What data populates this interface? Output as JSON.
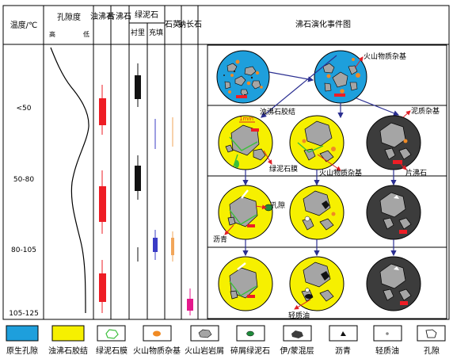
{
  "header": {
    "temperature": "温度/℃",
    "porosity": "孔隙度",
    "porosity_high": "高",
    "porosity_low": "低",
    "laumontite": "浊沸石",
    "heulandite": "片沸石",
    "chlorite_group": "绿泥石",
    "chlorite_lining": "衬里",
    "chlorite_filling": "充填",
    "quartz": "石英",
    "albite": "钠长石",
    "events": "沸石演化事件图"
  },
  "temperature_stages": [
    "<50",
    "50-80",
    "80-105",
    "105-125"
  ],
  "annotations": {
    "volcanic_matrix": "火山物质杂基",
    "laumontite_cement": "浊沸石胶结",
    "scale": "1mm",
    "argillaceous_matrix": "泥质杂基",
    "chlorite_film": "绿泥石膜",
    "volcanic_matrix_2": "火山物质杂基",
    "heulandite_label": "片沸石",
    "pore": "孔隙",
    "bitumen": "沥青",
    "light_oil": "轻质油"
  },
  "legend": [
    {
      "label": "原生孔隙",
      "icon": "blue-fill-swatch"
    },
    {
      "label": "浊沸石胶结",
      "icon": "yellow-fill-swatch"
    },
    {
      "label": "绿泥石膜",
      "icon": "green-outline-shape"
    },
    {
      "label": "火山物质杂基",
      "icon": "orange-blob"
    },
    {
      "label": "火山岩岩屑",
      "icon": "gray-rock-fragment"
    },
    {
      "label": "碎屑绿泥石",
      "icon": "green-chlorite-blob"
    },
    {
      "label": "伊/蒙混层",
      "icon": "dark-mixed-layer-blob"
    },
    {
      "label": "沥青",
      "icon": "black-bitumen-blob"
    },
    {
      "label": "轻质油",
      "icon": "white-oil-dot"
    },
    {
      "label": "孔隙",
      "icon": "pore-outline"
    }
  ],
  "colors": {
    "pore_blue": "#1e9fdc",
    "laumontite_yellow": "#f6f000",
    "chlorite_green": "#3bbf3b",
    "volcanic_orange": "#f08a24",
    "rock_gray": "#a5a5a5",
    "matrix_dark": "#3c3c3c",
    "bar_red": "#ee1d25",
    "bar_black": "#111111",
    "bar_blue": "#3b3cc6",
    "bar_orange": "#f2a65a",
    "bar_magenta": "#e5198c",
    "arrow_navy": "#2b2f91"
  }
}
